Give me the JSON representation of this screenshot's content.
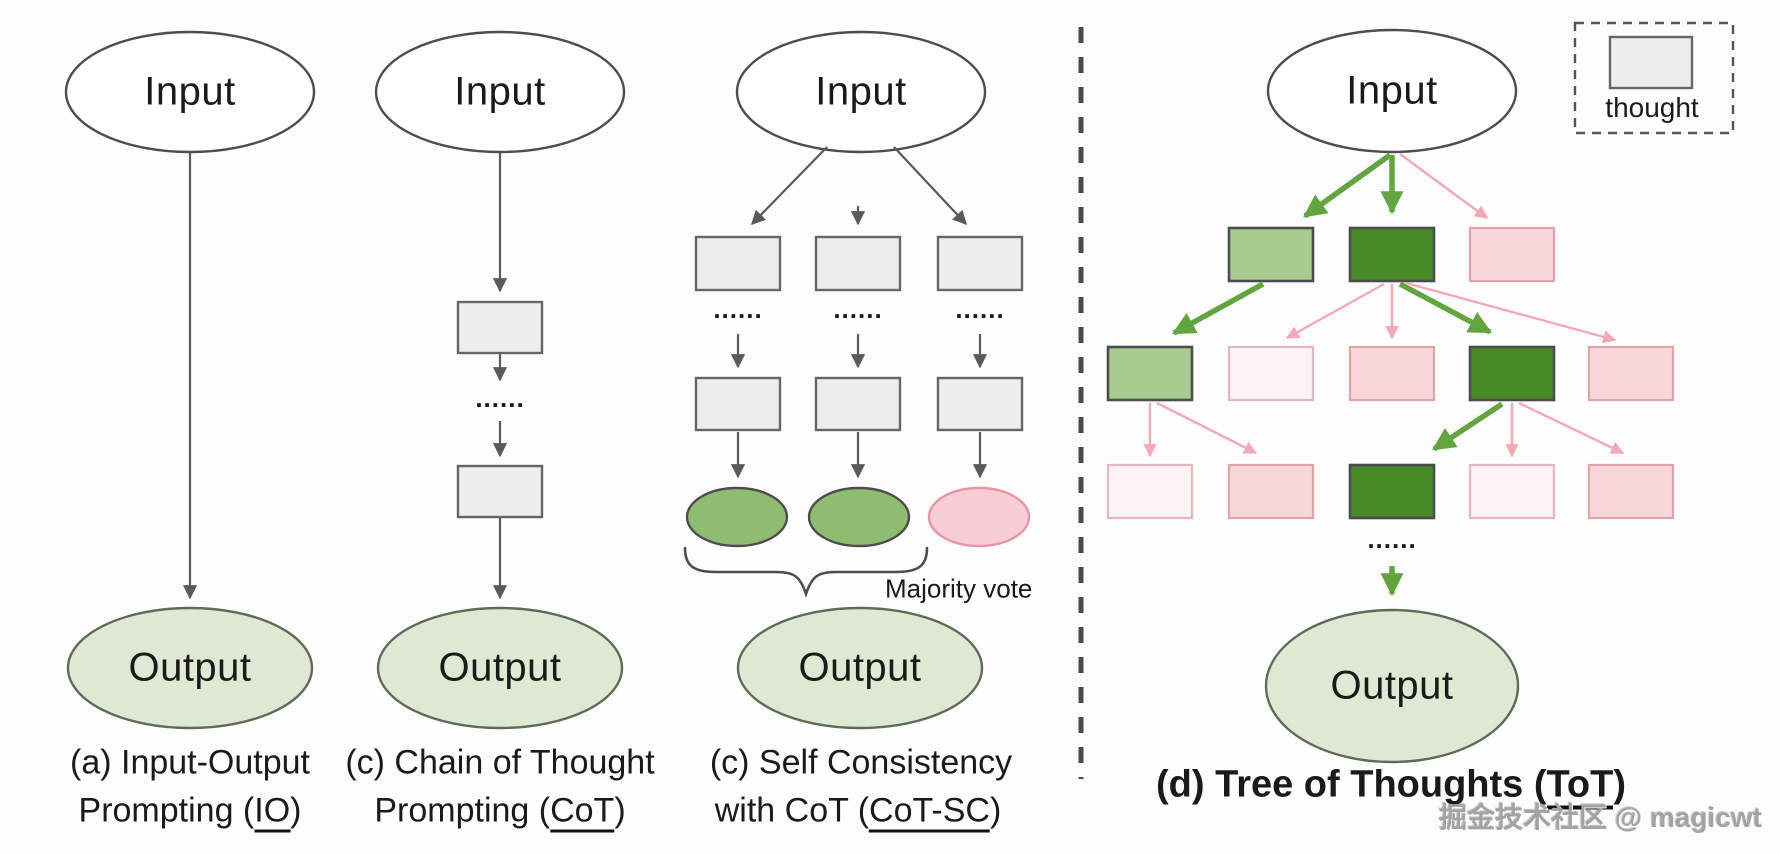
{
  "colors": {
    "stroke_dark": "#4d4d4d",
    "box_gray_fill": "#ededed",
    "box_gray_stroke": "#666666",
    "green_light_fill": "#a8cc8f",
    "green_dark_fill": "#478a26",
    "green_box_stroke": "#4d4d4d",
    "pink_fill": "#f8d7da",
    "pink_stroke": "#e0a3aa",
    "pink_pale_fill": "#fdf3f4",
    "pink_pale_stroke": "#e5b6bc",
    "output_fill": "#dfe8d3",
    "output_stroke": "#5f6b57",
    "arrow_gray": "#5a5a5a",
    "arrow_green": "#62a53e",
    "arrow_pink": "#f2a9b4",
    "ellipse_green_fill": "#8ebd71",
    "ellipse_pink_fill": "#f9cdd5",
    "ellipse_pink_stroke": "#e795a5",
    "watermark": "#a3a3a3"
  },
  "io": {
    "input": "Input",
    "output": "Output",
    "cap1": "(a) Input-Output",
    "cap2_pre": "Prompting (",
    "cap2_u": "IO",
    "cap2_post": ")"
  },
  "cot": {
    "input": "Input",
    "output": "Output",
    "cap1": "(c) Chain of Thought",
    "cap2_pre": "Prompting (",
    "cap2_u": "CoT",
    "cap2_post": ")"
  },
  "cotsc": {
    "input": "Input",
    "output": "Output",
    "majority_vote": "Majority vote",
    "cap1": "(c) Self Consistency",
    "cap2_pre": "with CoT (",
    "cap2_u": "CoT-SC",
    "cap2_post": ")"
  },
  "tot": {
    "input": "Input",
    "output": "Output",
    "legend_label": "thought",
    "cap_pre": "(d) Tree of Thoughts (",
    "cap_u": "ToT",
    "cap_post": ")"
  },
  "dots": "......",
  "watermark": "掘金技术社区 @ magicwt"
}
